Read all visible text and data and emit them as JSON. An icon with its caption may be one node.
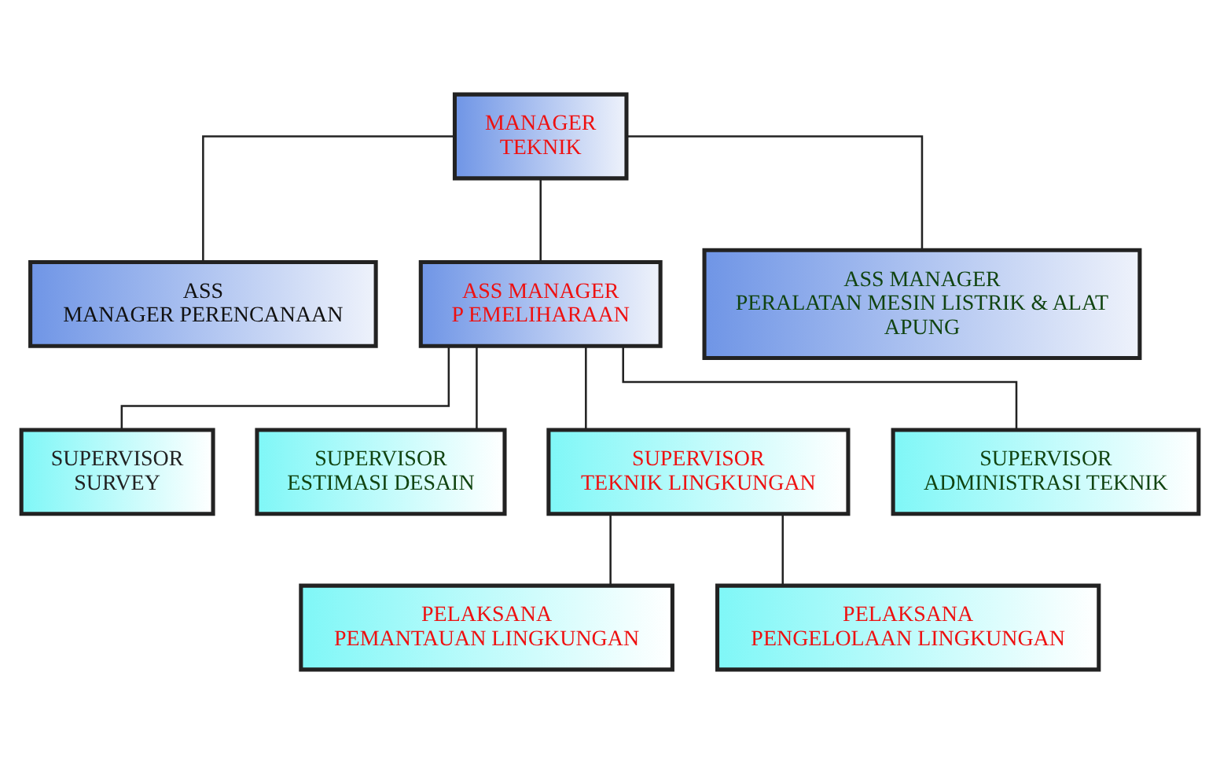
{
  "diagram": {
    "nodes": [
      {
        "text": [
          "MANAGER TEKNIK"
        ]
      },
      {
        "text": [
          "ASS MANAGER PERENCANAAN"
        ]
      },
      {
        "text": [
          "ASS MANAGER P EMELIHARAAN"
        ]
      },
      {
        "text": [
          "ASS MANAGER PERALATAN MESIN LISTRIK & ALAT APUNG"
        ]
      },
      {
        "text": [
          "SUPERVISOR SURVEY"
        ]
      },
      {
        "text": [
          "SUPERVISOR ESTIMASI DESAIN"
        ]
      },
      {
        "text": [
          "SUPERVISOR TEKNIK LINGKUNGAN"
        ]
      },
      {
        "text": [
          "SUPERVISOR ADMINISTRASI TEKNIK"
        ]
      },
      {
        "text": [
          "PELAKSANA PEMANTAUAN LINGKUNGAN"
        ]
      },
      {
        "text": [
          "PELAKSANA PENGELOLAAN LINGKUNGAN"
        ]
      }
    ],
    "edges": [
      {
        "from": 0,
        "to": 1,
        "arrow": "none"
      },
      {
        "from": 0,
        "to": 2,
        "arrow": "none"
      },
      {
        "from": 0,
        "to": 3,
        "arrow": "none"
      },
      {
        "from": 2,
        "to": 4,
        "arrow": "none"
      },
      {
        "from": 2,
        "to": 5,
        "arrow": "none"
      },
      {
        "from": 2,
        "to": 6,
        "arrow": "none"
      },
      {
        "from": 2,
        "to": 7,
        "arrow": "none"
      },
      {
        "from": 6,
        "to": 8,
        "arrow": "none"
      },
      {
        "from": 6,
        "to": 9,
        "arrow": "none"
      }
    ]
  }
}
